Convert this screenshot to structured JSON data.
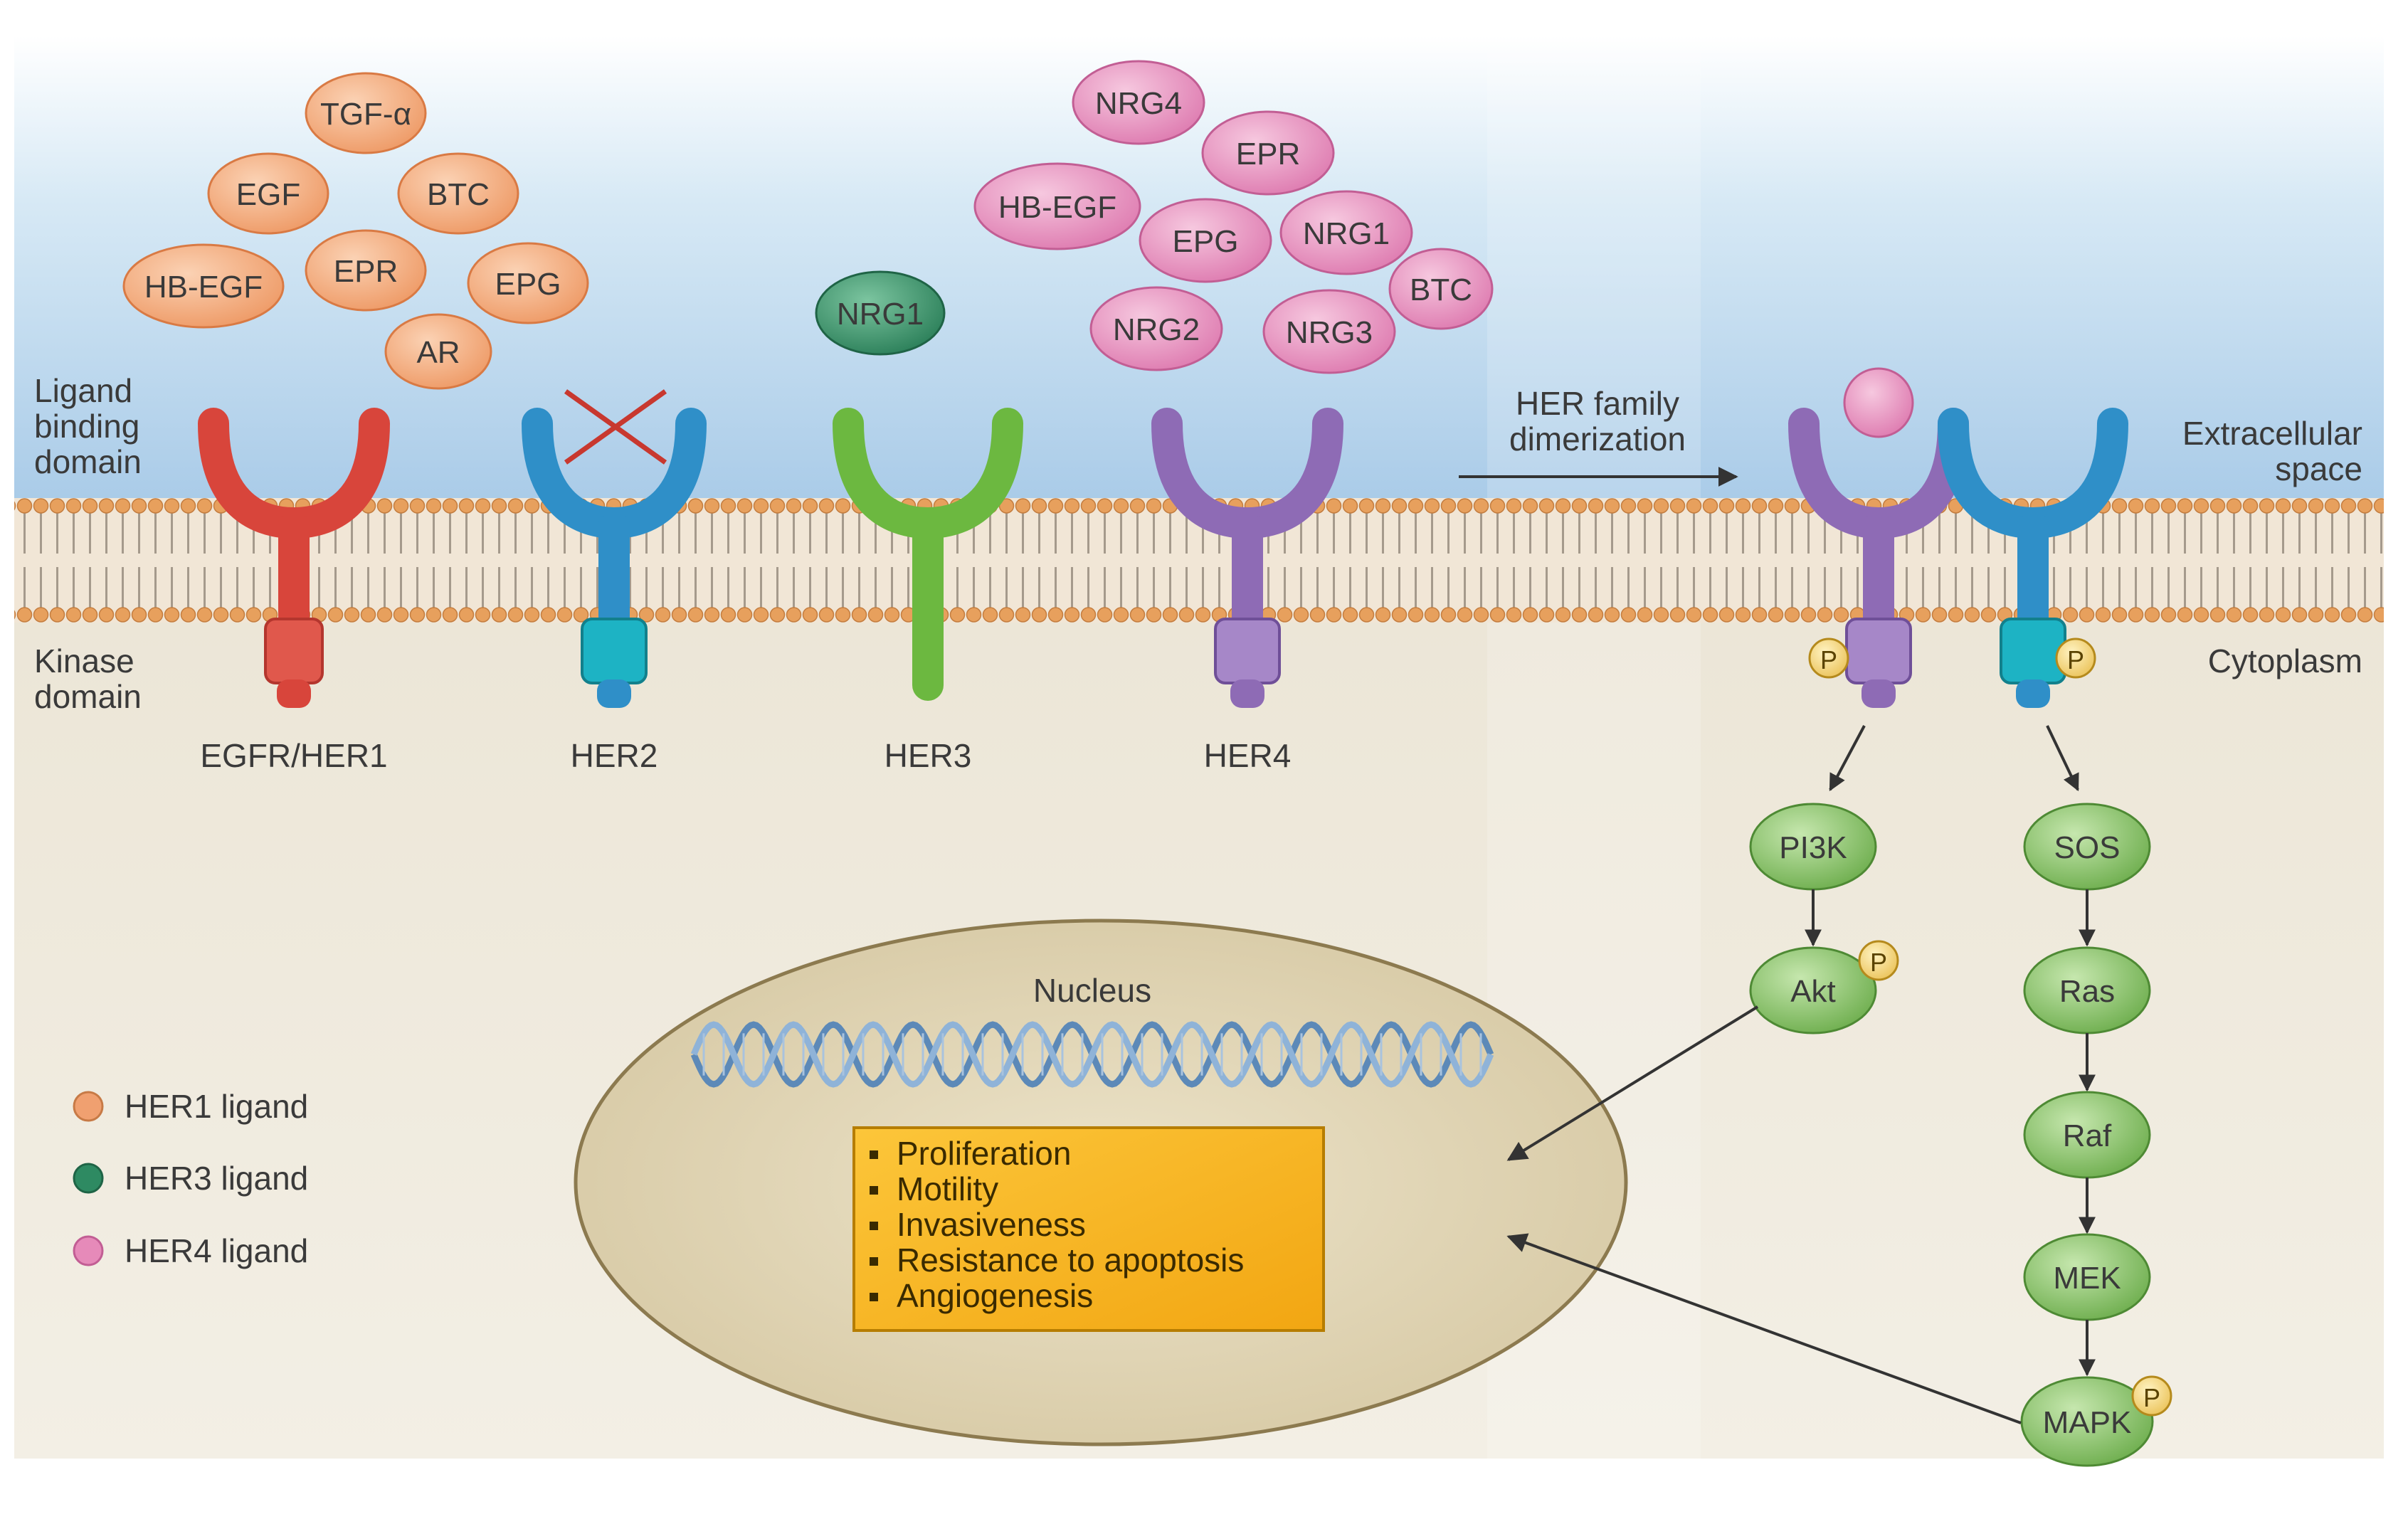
{
  "her1_ligands": [
    "TGF-α",
    "EGF",
    "BTC",
    "EPR",
    "HB-EGF",
    "EPG",
    "AR"
  ],
  "her3_ligands": [
    "NRG1"
  ],
  "her4_ligands": [
    "NRG4",
    "EPR",
    "HB-EGF",
    "EPG",
    "NRG1",
    "BTC",
    "NRG2",
    "NRG3"
  ],
  "side_labels": {
    "ligand_binding_domain": [
      "Ligand",
      "binding",
      "domain"
    ],
    "kinase_domain": [
      "Kinase",
      "domain"
    ],
    "extracellular_space": [
      "Extracellular",
      "space"
    ],
    "cytoplasm": "Cytoplasm"
  },
  "receptors": [
    "EGFR/HER1",
    "HER2",
    "HER3",
    "HER4"
  ],
  "dimerization_label": [
    "HER family",
    "dimerization"
  ],
  "phospho": "P",
  "pathway_left": [
    "PI3K",
    "Akt"
  ],
  "pathway_right": [
    "SOS",
    "Ras",
    "Raf",
    "MEK",
    "MAPK"
  ],
  "nucleus_label": "Nucleus",
  "outcomes": [
    "Proliferation",
    "Motility",
    "Invasiveness",
    "Resistance to apoptosis",
    "Angiogenesis"
  ],
  "legend": [
    {
      "label": "HER1 ligand",
      "color": "#f0a070"
    },
    {
      "label": "HER3 ligand",
      "color": "#2e8a62"
    },
    {
      "label": "HER4 ligand",
      "color": "#e68ab9"
    }
  ],
  "colors": {
    "her1": "#d8453b",
    "her2": "#2f8fc8",
    "her3": "#6cb840",
    "her4": "#8e6bb5",
    "her1_ligand": "#f0a070",
    "her3_ligand": "#2e8a62",
    "her4_ligand": "#e68ab9",
    "pathway": "#78b85a",
    "outcome_box": "#f6b31a"
  }
}
